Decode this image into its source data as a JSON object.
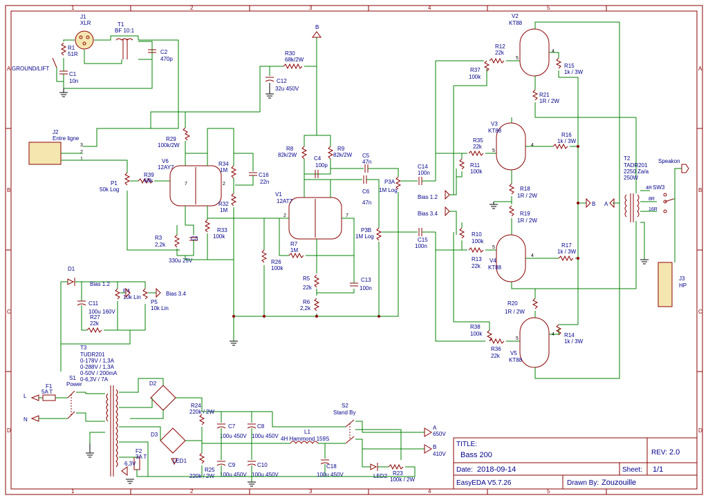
{
  "grid": {
    "cols": [
      "1",
      "2",
      "3",
      "4",
      "5"
    ],
    "rows": [
      "A",
      "B",
      "C",
      "D"
    ]
  },
  "title_block": {
    "title_label": "TITLE:",
    "title": "Bass 200",
    "rev_label": "REV:",
    "rev": "2.0",
    "date_label": "Date:",
    "date": "2018-09-14",
    "sheet_label": "Sheet:",
    "sheet": "1/1",
    "tool": "EasyEDA V5.7.26",
    "drawn_label": "Drawn By:",
    "drawn_by": "Zouzouille"
  },
  "labels": {
    "J1": "J1",
    "J1v": "XLR",
    "T1": "T1",
    "T1v": "BF 10:1",
    "R1": "R1",
    "R1v": "51R",
    "C1": "C1",
    "C1v": "10n",
    "C2": "C2",
    "C2v": "470p",
    "ground_lift": "GROUND/LIFT",
    "J2": "J2",
    "J2v": "Entre ligne",
    "P1": "P1",
    "P1v": "50k Log",
    "R29": "R29",
    "R29v": "100k/2W",
    "R39": "R39",
    "R39v": "68k",
    "V6": "V6",
    "V6v": "12AY7",
    "R34": "R34",
    "R34v": "1M",
    "R32": "R32",
    "R32v": "1M",
    "C16": "C16",
    "C16v": "22n",
    "R33": "R33",
    "R33v": "100k",
    "R3": "R3",
    "R3v": "2,2k",
    "C3": "C3",
    "C3v": "330u 25V",
    "R30": "R30",
    "R30v": "68k/2W",
    "C12": "C12",
    "C12v": "32u 450V",
    "R8": "R8",
    "R8v": "82k/2W",
    "R9": "R9",
    "R9v": "82k/2W",
    "C4": "C4",
    "C4v": "100p",
    "C5": "C5",
    "C5v": "47n",
    "C6": "C6",
    "C6v": "47n",
    "V1": "V1",
    "V1v": "12AT7",
    "R7": "R7",
    "R7v": "1M",
    "R26": "R26",
    "R26v": "100k",
    "R5": "R5",
    "R5v": "22k",
    "R6": "R6",
    "R6v": "2,2k",
    "C13": "C13",
    "C13v": "100n",
    "P3A": "P3A",
    "P3Av": "1M Log",
    "P3B": "P3B",
    "P3Bv": "1M Log",
    "C14": "C14",
    "C14v": "100n",
    "C15": "C15",
    "C15v": "100n",
    "bias12": "Bias 1.2",
    "bias34": "Bias 3.4",
    "V2": "V2",
    "V2v": "KT88",
    "V3": "V3",
    "V3v": "KT88",
    "V4": "V4",
    "V4v": "KT88",
    "V5": "V5",
    "V5v": "KT88",
    "R12": "R12",
    "R12v": "22k",
    "R37": "R37",
    "R37v": "100k",
    "R15": "R15",
    "R15v": "1k / 3W",
    "R21": "R21",
    "R21v": "1R / 2W",
    "R35": "R35",
    "R35v": "22k",
    "R11": "R11",
    "R11v": "100k",
    "R16": "R16",
    "R16v": "1k / 3W",
    "R18": "R18",
    "R18v": "1R / 2W",
    "R19": "R19",
    "R19v": "1R / 2W",
    "R10": "R10",
    "R10v": "100k",
    "R13": "R13",
    "R13v": "22k",
    "R17": "R17",
    "R17v": "1k / 3W",
    "R20": "R20",
    "R20v": "1R / 2W",
    "R38": "R38",
    "R38v": "100k",
    "R36": "R36",
    "R36v": "22k",
    "R14": "R14",
    "R14v": "1k / 3W",
    "T2": "T2",
    "T2v1": "TADR201",
    "T2v2": "2250 Za/a",
    "T2v3": "250W",
    "speakon": "Speakon",
    "SW3": "SW3",
    "tap4": "4R",
    "tap8": "8R",
    "tap16": "16R",
    "J3": "J3",
    "J3v": "HP",
    "netA": "A",
    "netB": "B",
    "netBtop": "B",
    "D1": "D1",
    "P4": "P4",
    "P4v": "10k Lin",
    "P5": "P5",
    "P5v": "10k Lin",
    "C11": "C11",
    "C11v": "100u 160V",
    "R27": "R27",
    "R27v": "22k",
    "T3": "T3",
    "T3v1": "TUDR201",
    "T3v2": "0-178V / 1,3A",
    "T3v3": "0-288V / 1,3A",
    "T3v4": "0-50V / 200mA",
    "T3v5": "0-6,3V / 7A",
    "S1": "S1",
    "S1v": "Power",
    "F1": "F1",
    "F1v": "5A T",
    "F2": "F2",
    "F2v": "3A T",
    "L": "L",
    "N": "N",
    "D2": "D2",
    "D3": "D3",
    "R24": "R24",
    "R24v": "220k / 2W",
    "R25": "R25",
    "R25v": "220k / 2W",
    "C7": "C7",
    "C7v": "100u 450V",
    "C8": "C8",
    "C8v": "100u 450V",
    "C9": "C9",
    "C9v": "100u 450V",
    "C10": "C10",
    "C10v": "100u 450V",
    "L1": "L1",
    "L1v": "4H Hammond 159S",
    "S2": "S2",
    "S2v": "Stand By",
    "C18": "C18",
    "C18v": "100u 450V",
    "LED1": "LED1",
    "LED2": "LED2",
    "R23": "R23",
    "R23v": "100k / 2W",
    "v63": "6,3V",
    "outA": "A",
    "outA_v": "650V",
    "outB": "B",
    "outB_v": "410V"
  }
}
